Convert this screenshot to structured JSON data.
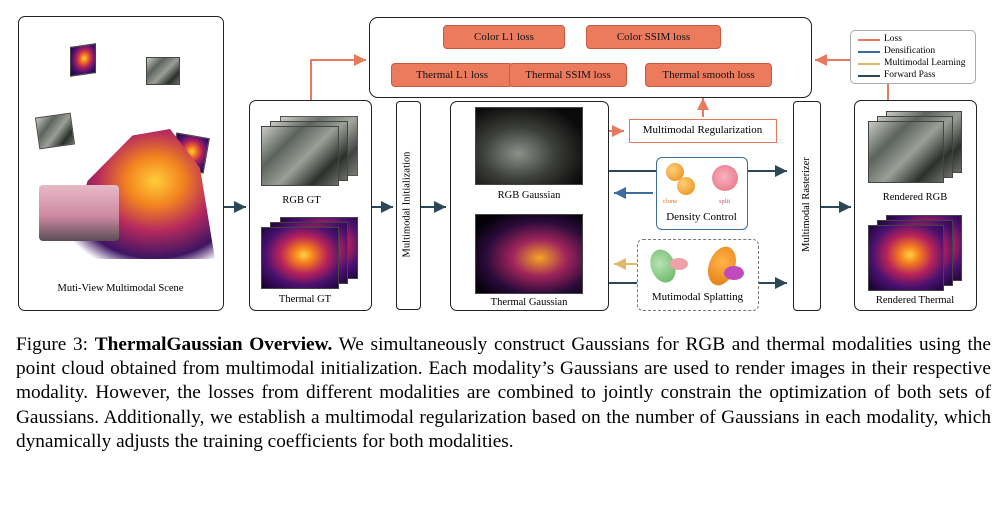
{
  "diagram": {
    "scene_label": "Muti-View Multimodal Scene",
    "rgb_gt_label": "RGB GT",
    "thermal_gt_label": "Thermal GT",
    "multimodal_init_label": "Multimodal Initialization",
    "rgb_gaussian_label": "RGB Gaussian",
    "thermal_gaussian_label": "Thermal Gaussian",
    "multimodal_reg_label": "Multimodal Regularization",
    "density_control_label": "Density Control",
    "clone_label": "clone",
    "split_label": "split",
    "multimodal_splatting_label": "Mutimodal Splatting",
    "multimodal_rasterizer_label": "Multimodal Rasterizer",
    "rendered_rgb_label": "Rendered RGB",
    "rendered_thermal_label": "Rendered Thermal",
    "losses": {
      "color_l1": "Color L1 loss",
      "color_ssim": "Color SSIM loss",
      "thermal_l1": "Thermal L1 loss",
      "thermal_ssim": "Thermal SSIM loss",
      "thermal_smooth": "Thermal smooth loss"
    },
    "legend": [
      {
        "label": "Loss",
        "color": "#e8795c"
      },
      {
        "label": "Densification",
        "color": "#3d6d9e"
      },
      {
        "label": "Multimodal Learning",
        "color": "#e2b86a"
      },
      {
        "label": "Forward Pass",
        "color": "#2b4858"
      }
    ]
  },
  "caption": {
    "prefix": "Figure 3: ",
    "title": "ThermalGaussian Overview.",
    "body": " We simultaneously construct Gaussians for RGB and thermal modalities using the point cloud obtained from multimodal initialization. Each modality’s Gaussians are used to render images in their respective modality. However, the losses from different modalities are combined to jointly constrain the optimization of both sets of Gaussians. Additionally, we establish a multimodal regularization based on the number of Gaussians in each modality, which dynamically adjusts the training coefficients for both modalities."
  }
}
